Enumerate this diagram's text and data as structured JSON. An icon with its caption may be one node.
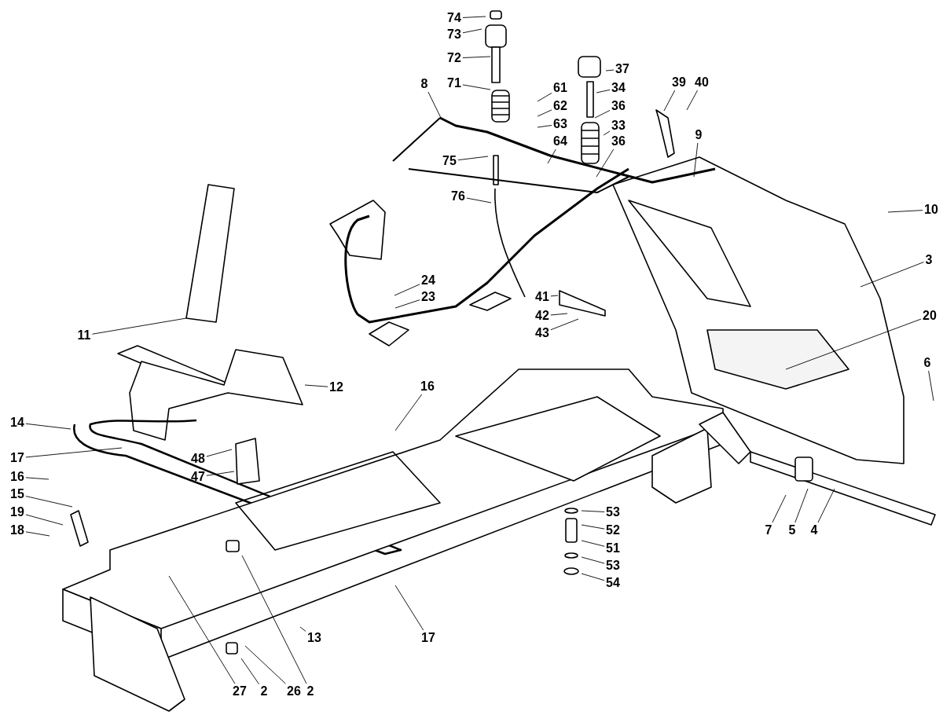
{
  "diagram": {
    "nodes": [
      {
        "text": [
          "74"
        ]
      },
      {
        "text": [
          "73"
        ]
      },
      {
        "text": [
          "72"
        ]
      },
      {
        "text": [
          "71"
        ]
      },
      {
        "text": [
          "8"
        ]
      },
      {
        "text": [
          "61"
        ]
      },
      {
        "text": [
          "62"
        ]
      },
      {
        "text": [
          "63"
        ]
      },
      {
        "text": [
          "64"
        ]
      },
      {
        "text": [
          "75"
        ]
      },
      {
        "text": [
          "37"
        ]
      },
      {
        "text": [
          "34"
        ]
      },
      {
        "text": [
          "36"
        ]
      },
      {
        "text": [
          "33"
        ]
      },
      {
        "text": [
          "36"
        ]
      },
      {
        "text": [
          "39"
        ]
      },
      {
        "text": [
          "40"
        ]
      },
      {
        "text": [
          "9"
        ]
      },
      {
        "text": [
          "10"
        ]
      },
      {
        "text": [
          "3"
        ]
      },
      {
        "text": [
          "76"
        ]
      },
      {
        "text": [
          "24"
        ]
      },
      {
        "text": [
          "23"
        ]
      },
      {
        "text": [
          "41"
        ]
      },
      {
        "text": [
          "42"
        ]
      },
      {
        "text": [
          "43"
        ]
      },
      {
        "text": [
          "11"
        ]
      },
      {
        "text": [
          "20"
        ]
      },
      {
        "text": [
          "12"
        ]
      },
      {
        "text": [
          "16"
        ]
      },
      {
        "text": [
          "6"
        ]
      },
      {
        "text": [
          "14"
        ]
      },
      {
        "text": [
          "17"
        ]
      },
      {
        "text": [
          "48"
        ]
      },
      {
        "text": [
          "47"
        ]
      },
      {
        "text": [
          "16"
        ]
      },
      {
        "text": [
          "15"
        ]
      },
      {
        "text": [
          "19"
        ]
      },
      {
        "text": [
          "18"
        ]
      },
      {
        "text": [
          "53"
        ]
      },
      {
        "text": [
          "52"
        ]
      },
      {
        "text": [
          "51"
        ]
      },
      {
        "text": [
          "53"
        ]
      },
      {
        "text": [
          "54"
        ]
      },
      {
        "text": [
          "7"
        ]
      },
      {
        "text": [
          "5"
        ]
      },
      {
        "text": [
          "4"
        ]
      },
      {
        "text": [
          "13"
        ]
      },
      {
        "text": [
          "17"
        ]
      },
      {
        "text": [
          "27"
        ]
      },
      {
        "text": [
          "2"
        ]
      },
      {
        "text": [
          "26"
        ]
      },
      {
        "text": [
          "2"
        ]
      }
    ],
    "edges": [
      {
        "from": 0,
        "to": null,
        "arrow": "none"
      },
      {
        "from": 1,
        "to": null,
        "arrow": "none"
      },
      {
        "from": 2,
        "to": null,
        "arrow": "none"
      },
      {
        "from": 3,
        "to": null,
        "arrow": "none"
      },
      {
        "from": 4,
        "to": null,
        "arrow": "none"
      },
      {
        "from": 5,
        "to": null,
        "arrow": "none"
      },
      {
        "from": 6,
        "to": null,
        "arrow": "none"
      },
      {
        "from": 7,
        "to": null,
        "arrow": "none"
      },
      {
        "from": 8,
        "to": null,
        "arrow": "none"
      },
      {
        "from": 9,
        "to": null,
        "arrow": "none"
      },
      {
        "from": 10,
        "to": null,
        "arrow": "none"
      },
      {
        "from": 11,
        "to": null,
        "arrow": "none"
      },
      {
        "from": 12,
        "to": null,
        "arrow": "none"
      },
      {
        "from": 13,
        "to": null,
        "arrow": "none"
      },
      {
        "from": 14,
        "to": null,
        "arrow": "none"
      },
      {
        "from": 15,
        "to": null,
        "arrow": "none"
      },
      {
        "from": 16,
        "to": null,
        "arrow": "none"
      },
      {
        "from": 17,
        "to": null,
        "arrow": "none"
      },
      {
        "from": 18,
        "to": null,
        "arrow": "none"
      },
      {
        "from": 19,
        "to": null,
        "arrow": "none"
      },
      {
        "from": 20,
        "to": null,
        "arrow": "none"
      },
      {
        "from": 21,
        "to": null,
        "arrow": "none"
      },
      {
        "from": 22,
        "to": null,
        "arrow": "none"
      },
      {
        "from": 23,
        "to": null,
        "arrow": "none"
      },
      {
        "from": 24,
        "to": null,
        "arrow": "none"
      },
      {
        "from": 25,
        "to": null,
        "arrow": "none"
      },
      {
        "from": 26,
        "to": null,
        "arrow": "none"
      },
      {
        "from": 27,
        "to": null,
        "arrow": "none"
      },
      {
        "from": 28,
        "to": null,
        "arrow": "none"
      },
      {
        "from": 29,
        "to": null,
        "arrow": "none"
      },
      {
        "from": 30,
        "to": null,
        "arrow": "none"
      },
      {
        "from": 31,
        "to": null,
        "arrow": "none"
      },
      {
        "from": 32,
        "to": null,
        "arrow": "none"
      },
      {
        "from": 33,
        "to": null,
        "arrow": "none"
      },
      {
        "from": 34,
        "to": null,
        "arrow": "none"
      },
      {
        "from": 35,
        "to": null,
        "arrow": "none"
      },
      {
        "from": 36,
        "to": null,
        "arrow": "none"
      },
      {
        "from": 37,
        "to": null,
        "arrow": "none"
      },
      {
        "from": 38,
        "to": null,
        "arrow": "none"
      },
      {
        "from": 39,
        "to": null,
        "arrow": "none"
      },
      {
        "from": 40,
        "to": null,
        "arrow": "none"
      },
      {
        "from": 41,
        "to": null,
        "arrow": "none"
      },
      {
        "from": 42,
        "to": null,
        "arrow": "none"
      },
      {
        "from": 43,
        "to": null,
        "arrow": "none"
      },
      {
        "from": 44,
        "to": null,
        "arrow": "none"
      },
      {
        "from": 45,
        "to": null,
        "arrow": "none"
      },
      {
        "from": 46,
        "to": null,
        "arrow": "none"
      },
      {
        "from": 47,
        "to": null,
        "arrow": "none"
      },
      {
        "from": 48,
        "to": null,
        "arrow": "none"
      },
      {
        "from": 49,
        "to": null,
        "arrow": "none"
      },
      {
        "from": 50,
        "to": null,
        "arrow": "none"
      },
      {
        "from": 51,
        "to": null,
        "arrow": "none"
      },
      {
        "from": 52,
        "to": null,
        "arrow": "none"
      }
    ]
  }
}
